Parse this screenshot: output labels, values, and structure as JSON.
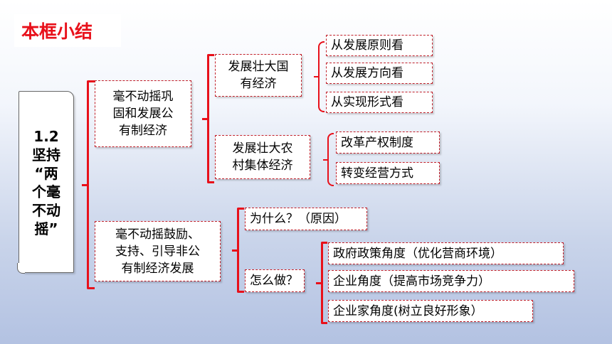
{
  "title": "本框小结",
  "root": [
    "1.2",
    "坚持",
    "“两",
    "个毫",
    "不动",
    "摇”"
  ],
  "branch1": {
    "label": [
      "毫不动摇巩",
      "固和发展公",
      "有制经济"
    ],
    "sub1": {
      "label": [
        "发展壮大国",
        "有经济"
      ],
      "items": [
        "从发展原则看",
        "从发展方向看",
        "从实现形式看"
      ]
    },
    "sub2": {
      "label": [
        "发展壮大农",
        "村集体经济"
      ],
      "items": [
        "改革产权制度",
        "转变经营方式"
      ]
    }
  },
  "branch2": {
    "label": [
      "毫不动摇鼓励、",
      "支持、引导非公",
      "有制经济发展"
    ],
    "why": "为什么？（原因）",
    "how": {
      "label": "怎么做？",
      "items": [
        "政府政策角度（优化营商环境）",
        "企业角度（提高市场竞争力）",
        "企业家角度(树立良好形象）"
      ]
    }
  },
  "colors": {
    "accent": "#e8101a",
    "dashed_border": "#c0202a"
  }
}
